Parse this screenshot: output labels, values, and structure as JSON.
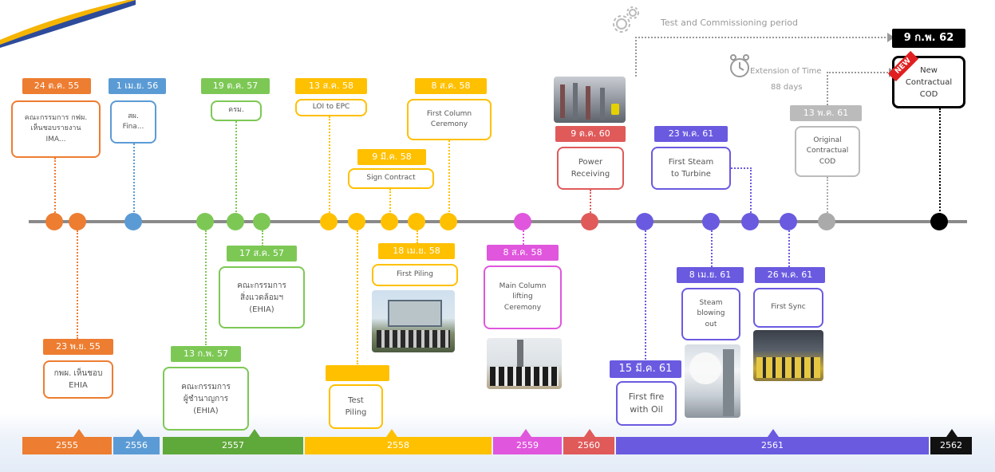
{
  "colors": {
    "orange": "#ed7d31",
    "blue": "#5b9bd5",
    "green": "#7dc855",
    "yellow": "#ffc000",
    "magenta": "#e056dd",
    "red": "#e05a5a",
    "purple": "#6a5ae0",
    "gray": "#aaaaaa",
    "black": "#000000",
    "axis": "#8a8a8a"
  },
  "header": {
    "test_commissioning": "Test and Commissioning period",
    "extension_line1": "Extension of Time",
    "extension_line2": "88 days",
    "final_date": "9 ก.พ. 62",
    "final_card": "New Contractual\nCOD",
    "new_badge": "NEW"
  },
  "top_events": [
    {
      "date": "24 ต.ค. 55",
      "text": "คณะกรรมการ กฟผ.\nเห็นชอบรายงาน\nIMA..."
    },
    {
      "date": "1 เม.ย. 56",
      "text": "สผ.\nFina..."
    },
    {
      "date": "19 ต.ค. 57",
      "text": "ครม."
    },
    {
      "date": "13 ส.ค. 58",
      "text": "LOI to EPC"
    },
    {
      "date": "9 มี.ค. 58",
      "text": "Sign Contract"
    },
    {
      "date": "8 ส.ค. 58",
      "text": "First Column\nCeremony"
    },
    {
      "date": "9 ต.ค. 60",
      "text": "Power\nReceiving"
    },
    {
      "date": "23 พ.ค. 61",
      "text": "First Steam\nto Turbine"
    },
    {
      "date": "13 พ.ค. 61",
      "text": "Original\nContractual\nCOD"
    }
  ],
  "bottom_events": [
    {
      "date": "23 พ.ย. 55",
      "text": "กพผ. เห็นชอบ\nEHIA"
    },
    {
      "date": "17 ส.ค. 57",
      "text": "คณะกรรมการ\nสิ่งแวดล้อมฯ\n(EHIA)"
    },
    {
      "date": "13 ก.พ. 57",
      "text": "คณะกรรมการ\nผู้ชำนาญการ\n(EHIA)"
    },
    {
      "date": "",
      "text": "Test\nPiling"
    },
    {
      "date": "18 เม.ย. 58",
      "text": "First Piling"
    },
    {
      "date": "8 ส.ค. 58",
      "text": "Main Column\nlifting\nCeremony"
    },
    {
      "date": "15 มี.ค. 61",
      "text": "First fire\nwith Oil"
    },
    {
      "date": "8 เม.ย. 61",
      "text": "Steam\nblowing\nout"
    },
    {
      "date": "26 พ.ค. 61",
      "text": "First Sync"
    }
  ],
  "years": [
    "2555",
    "2556",
    "2557",
    "2558",
    "2559",
    "2560",
    "2561",
    "2562"
  ],
  "icons": {
    "gear": "gear-icon",
    "clock": "clock-icon"
  }
}
